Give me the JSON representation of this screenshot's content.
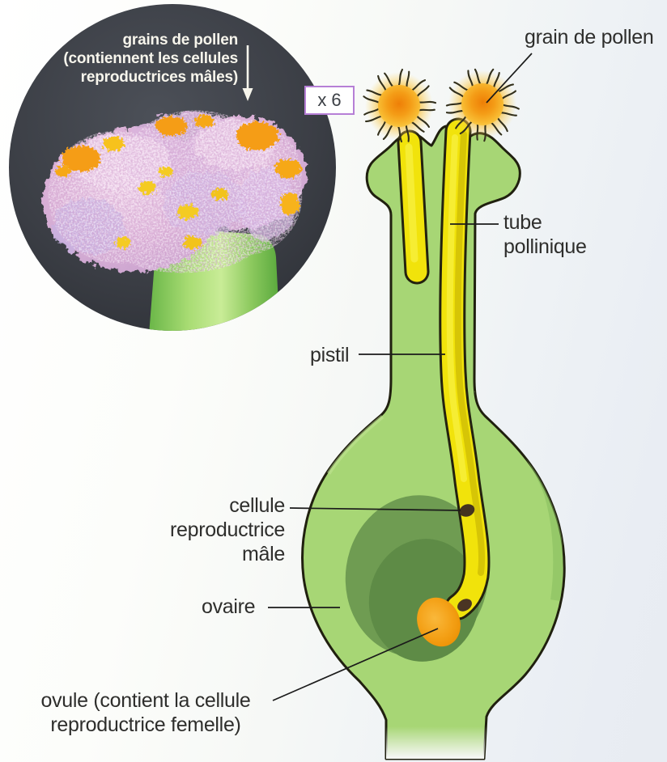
{
  "colors": {
    "label-ink": "#2e2e2c",
    "photo-caption": "#f7f5ec",
    "magnifier-border": "#b67fd6",
    "pistil-green": "#a7d675",
    "pistil-outline": "#20200f",
    "tube-yellow": "#f1e30b",
    "pollen-orange": "#f49c16",
    "ovule-orange": "#f5a01a",
    "locule-green": "#6f9c52",
    "locule-green-dark": "#5e8b46",
    "photo-bg": "#3b3e45"
  },
  "photo_inset": {
    "caption_lines": [
      "grains de pollen",
      "(contiennent les cellules",
      "reproductrices mâles)"
    ],
    "magnification": "x 6"
  },
  "labels": {
    "pollen_grain": "grain de pollen",
    "pollen_tube": [
      "tube",
      "pollinique"
    ],
    "pistil": "pistil",
    "male_cell": [
      "cellule",
      "reproductrice",
      "mâle"
    ],
    "ovary": "ovaire",
    "ovule": [
      "ovule (contient la cellule",
      "reproductrice femelle)"
    ]
  }
}
